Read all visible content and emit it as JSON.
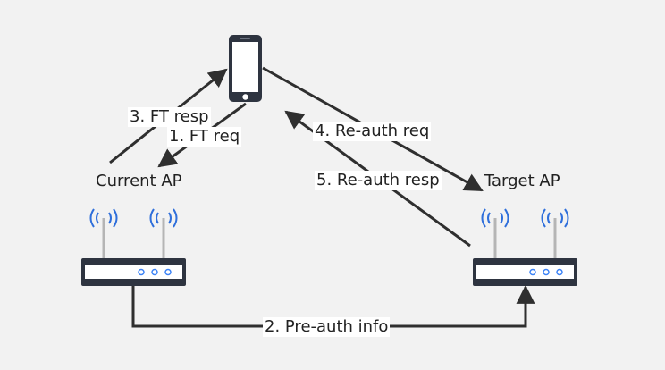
{
  "nodes": {
    "current_ap": {
      "label": "Current AP"
    },
    "target_ap": {
      "label": "Target AP"
    }
  },
  "edges": {
    "ft_req": "1. FT req",
    "pre_auth_info": "2. Pre-auth info",
    "ft_resp": "3. FT resp",
    "re_auth_req": "4. Re-auth req",
    "re_auth_resp": "5. Re-auth resp"
  },
  "colors": {
    "background": "#f2f2f2",
    "line": "#2f2f2f",
    "device": "#2e3440",
    "wifi": "#2f6fdb",
    "led": "#3b82f6"
  },
  "icons": [
    "smartphone-icon",
    "router-icon",
    "wifi-signal-icon"
  ]
}
